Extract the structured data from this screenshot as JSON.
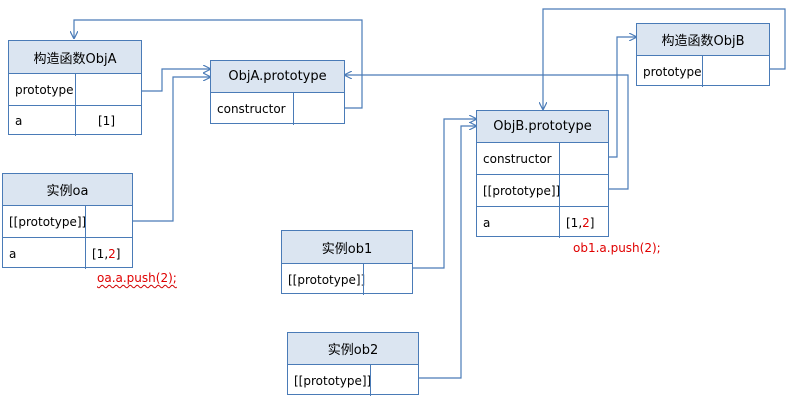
{
  "colors": {
    "line": "#4a7bb7",
    "header_bg": "#dbe5f1",
    "note": "#e00000"
  },
  "ctorA": {
    "title": "构造函数ObjA",
    "rows": [
      {
        "key": "prototype",
        "value": ""
      },
      {
        "key": "a",
        "value": "[1]"
      }
    ]
  },
  "protoA": {
    "title": "ObjA.prototype",
    "rows": [
      {
        "key": "constructor",
        "value": ""
      }
    ]
  },
  "instOa": {
    "title": "实例oa",
    "rows": [
      {
        "key": "[[prototype]]",
        "value": ""
      },
      {
        "key": "a",
        "value_black1": "[1,",
        "value_red": "2",
        "value_black2": "]"
      }
    ],
    "note": "oa.a.push(2);"
  },
  "ctorB": {
    "title": "构造函数ObjB",
    "rows": [
      {
        "key": "prototype",
        "value": ""
      }
    ]
  },
  "protoB": {
    "title": "ObjB.prototype",
    "rows": [
      {
        "key": "constructor",
        "value": ""
      },
      {
        "key": "[[prototype]]",
        "value": ""
      },
      {
        "key": "a",
        "value_black1": "[1,",
        "value_red": "2",
        "value_black2": "]"
      }
    ],
    "note": "ob1.a.push(2);"
  },
  "instOb1": {
    "title": "实例ob1",
    "rows": [
      {
        "key": "[[prototype]]",
        "value": ""
      }
    ]
  },
  "instOb2": {
    "title": "实例ob2",
    "rows": [
      {
        "key": "[[prototype]]",
        "value": ""
      }
    ]
  }
}
